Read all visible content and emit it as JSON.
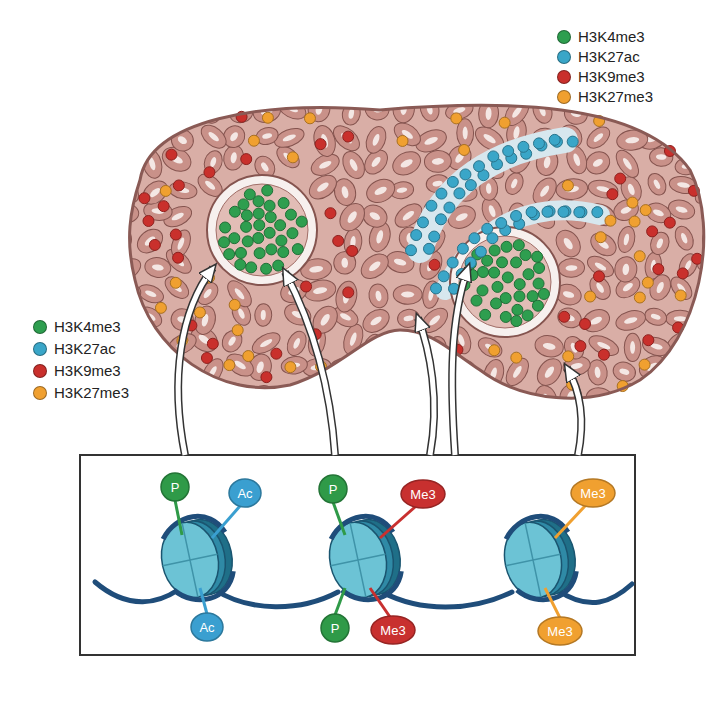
{
  "diagram": {
    "nodes": [
      {
        "text": [
          "P"
        ]
      },
      {
        "text": [
          "Ac"
        ]
      },
      {
        "text": [
          "Ac"
        ]
      },
      {
        "text": [
          "P"
        ]
      },
      {
        "text": [
          "Me3"
        ]
      },
      {
        "text": [
          "P"
        ]
      },
      {
        "text": [
          "Me3"
        ]
      },
      {
        "text": [
          "Me3"
        ]
      },
      {
        "text": [
          "Me3"
        ]
      }
    ],
    "legend": [
      {
        "text": "H3K4me3",
        "color": "#2e9e4f"
      },
      {
        "text": "H3K27ac",
        "color": "#3aa6c8"
      },
      {
        "text": "H3K9me3",
        "color": "#c9302c"
      },
      {
        "text": "H3K27me3",
        "color": "#f0a030"
      },
      {
        "text": "H3K4me3",
        "color": "#2e9e4f"
      },
      {
        "text": "H3K27ac",
        "color": "#3aa6c8"
      },
      {
        "text": "H3K9me3",
        "color": "#c9302c"
      },
      {
        "text": "H3K27me3",
        "color": "#f0a030"
      }
    ]
  }
}
